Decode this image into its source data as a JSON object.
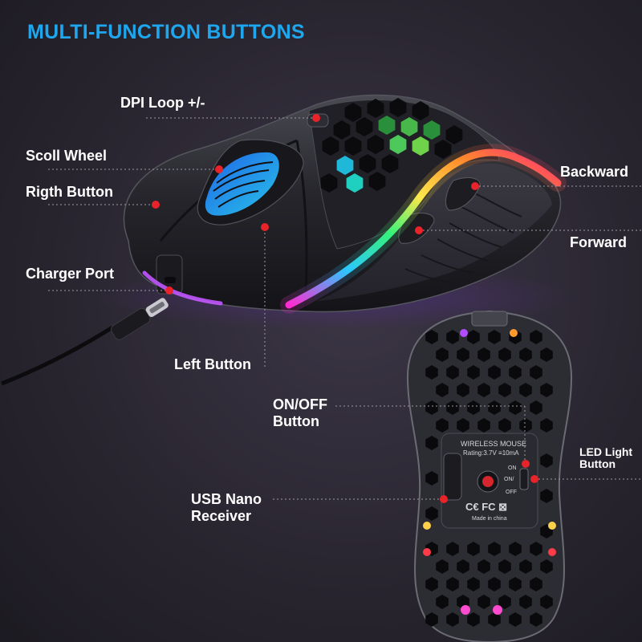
{
  "title": "MULTI-FUNCTION BUTTONS",
  "callouts": {
    "dpi_loop": "DPI Loop +/-",
    "scroll_wheel": "Scoll Wheel",
    "right_button": "Rigth Button",
    "charger_port": "Charger Port",
    "left_button": "Left Button",
    "backward": "Backward",
    "forward": "Forward",
    "on_off_button": [
      "ON/OFF",
      "Button"
    ],
    "led_light_button": [
      "LED Light",
      "Button"
    ],
    "usb_nano_receiver": [
      "USB Nano",
      "Receiver"
    ]
  },
  "underside_print": {
    "product": "WIRELESS MOUSE",
    "rating": "Rating:3.7V ≡10mA",
    "switch_on": "ON",
    "switch_off": "OFF",
    "switch_mid": "ON/",
    "certification": "C€ FC ⊠",
    "made_in": "Made in china"
  },
  "colors": {
    "title": "#1ea7ee",
    "marker": "#e8232a",
    "rgb_strip": [
      "#ff2b7a",
      "#ff9a2b",
      "#ffe84a",
      "#34f27a",
      "#2bc6ff",
      "#7a4bff"
    ]
  },
  "icons": [
    "hexagon-vent-pattern",
    "usb-c-cable",
    "red-dot-marker"
  ]
}
